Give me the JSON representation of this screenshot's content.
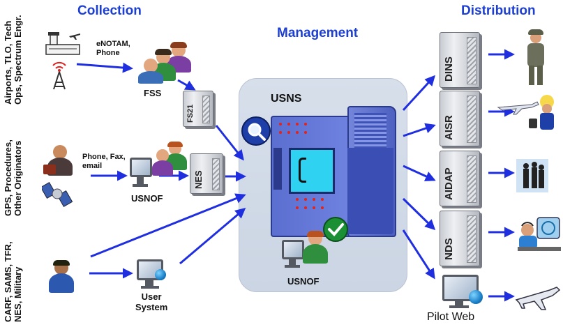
{
  "headers": {
    "collection": "Collection",
    "management": "Management",
    "distribution": "Distribution"
  },
  "sources": {
    "airports": {
      "line1": "Airports, TLO, Tech",
      "line2": "Ops, Spectrum Engr."
    },
    "gps": {
      "line1": "GPS, Procedures,",
      "line2": "Other Originators"
    },
    "carf": {
      "line1": "CARF, SAMS, TFR,",
      "line2": "NES, Military"
    }
  },
  "channels": {
    "enotam": {
      "line1": "eNOTAM,",
      "line2": "Phone"
    },
    "phonefax": {
      "line1": "Phone, Fax,",
      "line2": "email"
    }
  },
  "nodes": {
    "fss": "FSS",
    "fs21": "FS21",
    "nes": "NES",
    "usnof_left": "USNOF",
    "user_system": {
      "line1": "User",
      "line2": "System"
    },
    "usns": "USNS",
    "usnof_center": "USNOF"
  },
  "outputs": {
    "dins": "DINS",
    "aisr": "AISR",
    "aidap": "AIDAP",
    "nds": "NDS",
    "pilot_web": "Pilot Web"
  },
  "colors": {
    "title_blue": "#1d3fd1",
    "arrow_blue": "#1f2fe0",
    "panel_bg": "#d3dbe8",
    "usns_blue": "#4f64c8",
    "screen_cyan": "#2fd2f0",
    "indicator_red": "#e2231a"
  },
  "icons": {
    "airport": "airport-tower-icon",
    "airplane": "airplane-icon",
    "antenna": "radio-antenna-icon",
    "magnifier": "magnifier-icon",
    "checkmark": "checkmark-icon",
    "globe": "globe-icon"
  }
}
